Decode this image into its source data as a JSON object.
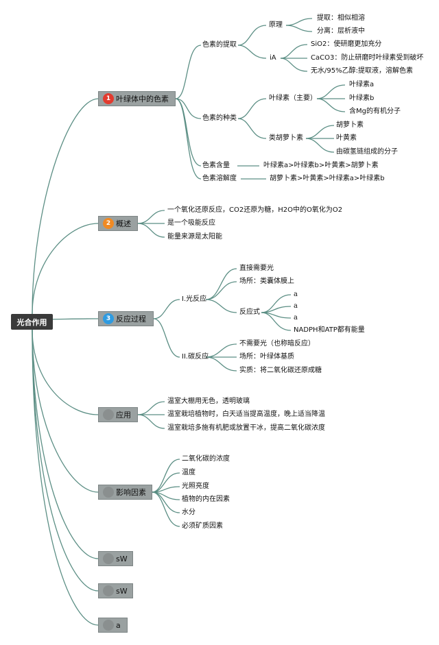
{
  "root": "光合作用",
  "branches": {
    "b1": {
      "label": "叶绿体中的色素",
      "num": "1"
    },
    "b2": {
      "label": "概述",
      "num": "2"
    },
    "b3": {
      "label": "反应过程",
      "num": "3"
    },
    "b4": {
      "label": "应用",
      "num": ""
    },
    "b5": {
      "label": "影响因素",
      "num": ""
    },
    "b6": {
      "label": "sW",
      "num": ""
    },
    "b7": {
      "label": "sW",
      "num": ""
    },
    "b8": {
      "label": "a",
      "num": ""
    }
  },
  "pigments": {
    "extraction": "色素的提取",
    "principle": "原理",
    "principle_1": "提取：相似相溶",
    "principle_2": "分离：层析液中",
    "ia": "iA",
    "ia_1": "SiO2：使研磨更加充分",
    "ia_2": "CaCO3：防止研磨时叶绿素受到破坏",
    "ia_3": "无水/95%乙醇:提取液，溶解色素",
    "types": "色素的种类",
    "chlorophyll": "叶绿素（主要）",
    "chl_a": "叶绿素a",
    "chl_b": "叶绿素b",
    "chl_mg": "含Mg的有机分子",
    "carotenoid": "类胡萝卜素",
    "car_1": "胡萝卜素",
    "car_2": "叶黄素",
    "car_3": "由碳氢链组成的分子",
    "content": "色素含量",
    "content_val": "叶绿素a>叶绿素b>叶黄素>胡萝卜素",
    "solubility": "色素溶解度",
    "solubility_val": "胡萝卜素>叶黄素>叶绿素a>叶绿素b"
  },
  "overview": {
    "o1": "一个氧化还原反应，CO2还原为糖，H2O中的O氧化为O2",
    "o2": "是一个吸能反应",
    "o3": "能量来源是太阳能"
  },
  "process": {
    "light": "I.光反应",
    "light_1": "直接需要光",
    "light_2": "场所：类囊体膜上",
    "eq": "反应式",
    "eq_1": "a",
    "eq_2": "a",
    "eq_3": "a",
    "eq_4": "NADPH和ATP都有能量",
    "dark": "II.碳反应",
    "dark_1": "不需要光（也称暗反应）",
    "dark_2": "场所：叶绿体基质",
    "dark_3": "实质：将二氧化碳还原成糖"
  },
  "application": {
    "a1": "温室大棚用无色，透明玻璃",
    "a2": "温室栽培植物时，白天适当提高温度，晚上适当降温",
    "a3": "温室栽培多施有机肥或放置干冰，提高二氧化碳浓度"
  },
  "factors": {
    "f1": "二氧化碳的浓度",
    "f2": "温度",
    "f3": "光照亮度",
    "f4": "植物的内在因素",
    "f5": "水分",
    "f6": "必须矿质因素"
  },
  "colors": {
    "line": "#5b8e84",
    "branch_fill": "#9aa1a1",
    "root_fill": "#3a3a3a"
  }
}
